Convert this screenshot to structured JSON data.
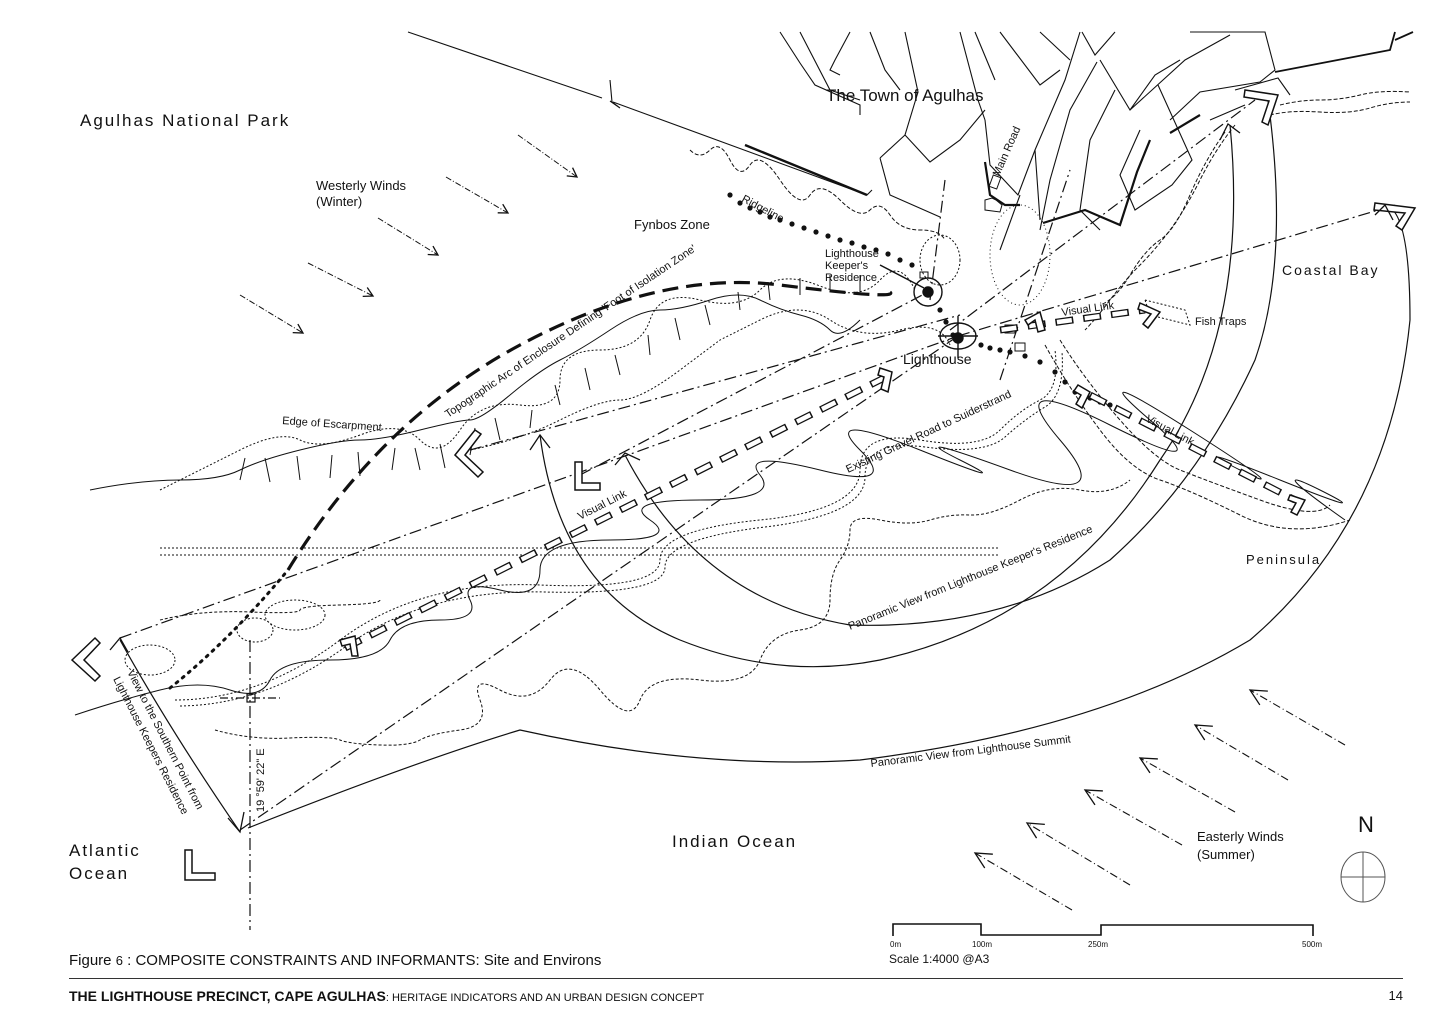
{
  "map": {
    "labels": {
      "national_park": "Agulhas National Park",
      "town": "The Town of Agulhas",
      "westerly_winds_1": "Westerly Winds",
      "westerly_winds_2": "(Winter)",
      "fynbos": "Fynbos Zone",
      "ridgeline": "Ridgeline",
      "keeper_1": "Lighthouse",
      "keeper_2": "Keeper's",
      "keeper_3": "Residence",
      "main_road": "Main Road",
      "coastal_bay": "Coastal Bay",
      "fish_traps": "Fish Traps",
      "lighthouse": "Lighthouse",
      "visual_link": "Visual Link",
      "topographic_arc": "Topographic Arc of Enclosure  Defining 'Foot of Isolation Zone'",
      "edge_escarpment": "Edge of Escarpment",
      "gravel_road": "Existing Gravel Road to Suiderstrand",
      "peninsula": "Peninsula",
      "panoramic_keeper": "Panoramic View from Lighthouse Keeper's Residence",
      "panoramic_summit": "Panoramic View from Lighthouse Summit",
      "southern_view_1": "View to the Southern Point from",
      "southern_view_2": "Lighthouse Keepers Residence",
      "meridian": "19 °59' 22\" E",
      "atlantic_1": "Atlantic",
      "atlantic_2": "Ocean",
      "indian_ocean": "Indian Ocean",
      "easterly_winds_1": "Easterly Winds",
      "easterly_winds_2": "(Summer)",
      "north": "N"
    },
    "scale_bar": {
      "ticks": [
        "0m",
        "100m",
        "250m",
        "500m"
      ],
      "scale_text": "Scale 1:4000 @A3"
    },
    "compass_icon": "north-arrow-compass"
  },
  "footer": {
    "figure_prefix": "Figure",
    "figure_number": "6",
    "figure_caption": " : COMPOSITE CONSTRAINTS AND INFORMANTS: Site and Environs",
    "doc_title": "THE LIGHTHOUSE PRECINCT, CAPE AGULHAS",
    "doc_subtitle": ": HERITAGE INDICATORS AND AN URBAN DESIGN CONCEPT",
    "page_number": "14"
  }
}
